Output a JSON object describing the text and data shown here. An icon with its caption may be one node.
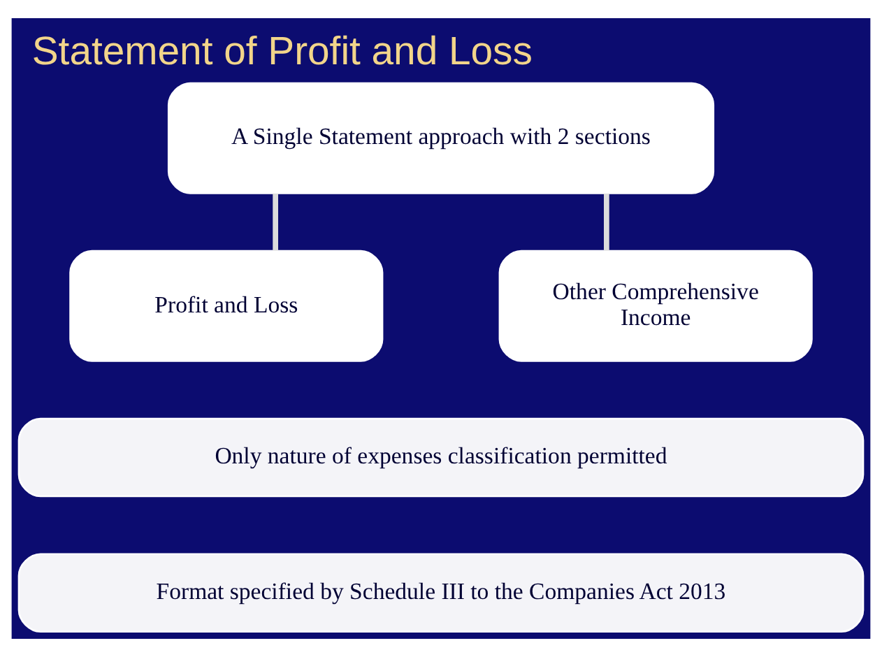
{
  "diagram": {
    "title": "Statement of Profit and Loss",
    "nodes": [
      {
        "text": [
          "A Single Statement approach with 2 sections"
        ]
      },
      {
        "text": [
          "Profit and Loss"
        ]
      },
      {
        "text": [
          "Other Comprehensive Income"
        ]
      },
      {
        "text": [
          "Only nature of expenses classification permitted"
        ]
      },
      {
        "text": [
          "Format specified by Schedule III to the Companies Act 2013"
        ]
      }
    ],
    "edges": [
      {
        "from": 0,
        "to": 1,
        "arrow": "none"
      },
      {
        "from": 0,
        "to": 2,
        "arrow": "none"
      }
    ]
  }
}
